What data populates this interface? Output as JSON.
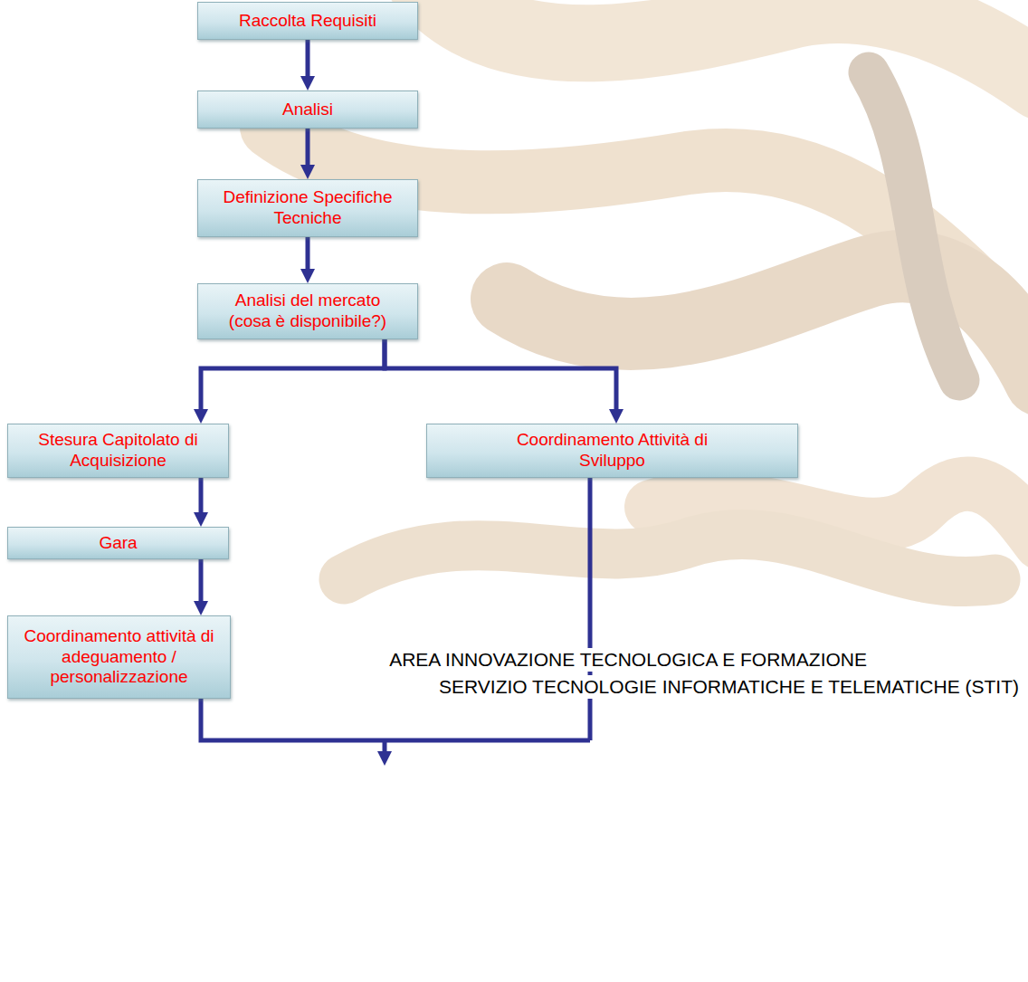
{
  "diagram": {
    "nodes": [
      {
        "text": [
          "Raccolta Requisiti"
        ]
      },
      {
        "text": [
          "Analisi"
        ]
      },
      {
        "text": [
          "Definizione Specifiche Tecniche"
        ]
      },
      {
        "text": [
          "Analisi del mercato (cosa è disponibile?)"
        ]
      },
      {
        "text": [
          "Stesura Capitolato di Acquisizione"
        ]
      },
      {
        "text": [
          "Coordinamento Attività di Sviluppo"
        ]
      },
      {
        "text": [
          "Gara"
        ]
      },
      {
        "text": [
          "Coordinamento attività di adeguamento / personalizzazione"
        ]
      }
    ],
    "edges": [
      {
        "from": 0,
        "to": 1,
        "arrow": "to"
      },
      {
        "from": 1,
        "to": 2,
        "arrow": "to"
      },
      {
        "from": 2,
        "to": 3,
        "arrow": "to"
      },
      {
        "from": 3,
        "to": 4,
        "arrow": "to"
      },
      {
        "from": 3,
        "to": 5,
        "arrow": "to"
      },
      {
        "from": 4,
        "to": 6,
        "arrow": "to"
      },
      {
        "from": 6,
        "to": 7,
        "arrow": "to"
      }
    ],
    "labels": [
      "AREA INNOVAZIONE TECNOLOGICA E FORMAZIONE",
      "SERVIZIO TECNOLOGIE INFORMATICHE E TELEMATICHE (STIT)"
    ]
  }
}
